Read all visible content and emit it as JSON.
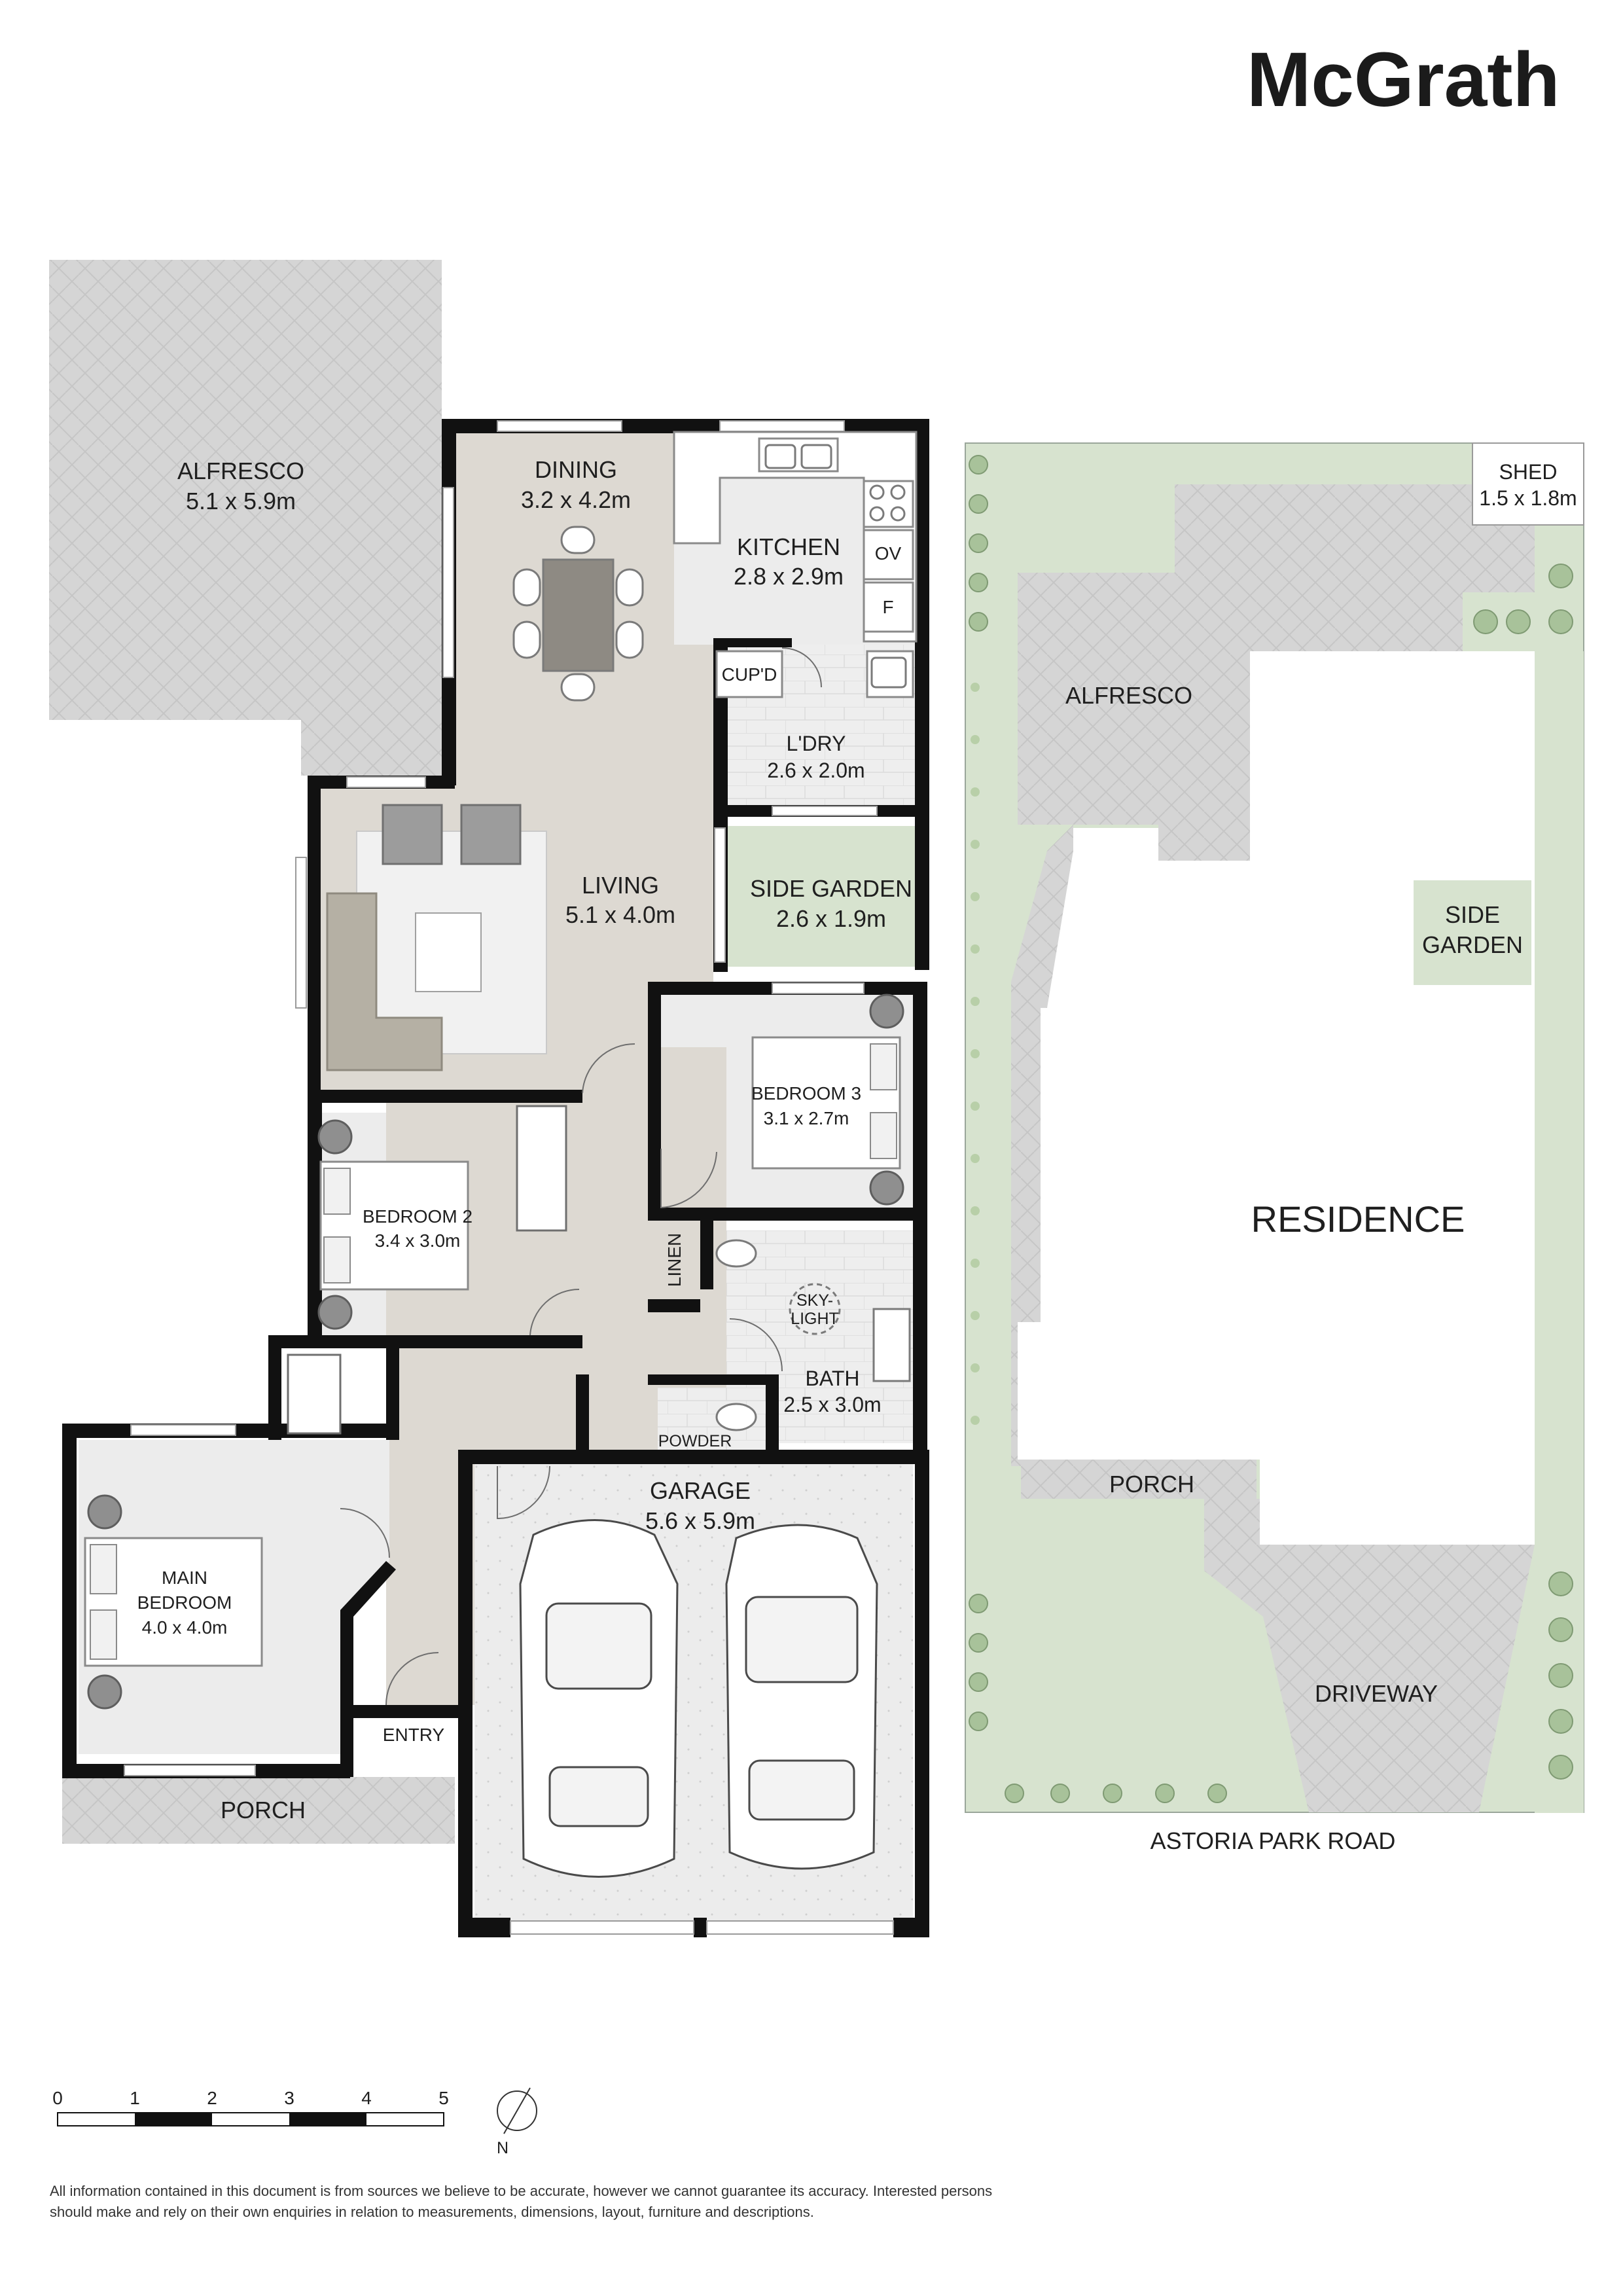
{
  "brand": {
    "name": "McGrath"
  },
  "rooms": {
    "alfresco": {
      "name": "ALFRESCO",
      "size": "5.1 x 5.9m"
    },
    "dining": {
      "name": "DINING",
      "size": "3.2 x 4.2m"
    },
    "kitchen": {
      "name": "KITCHEN",
      "size": "2.8 x 2.9m",
      "oven": "OV",
      "fridge": "F"
    },
    "cupboard": {
      "name": "CUP'D"
    },
    "laundry": {
      "name": "L'DRY",
      "size": "2.6 x 2.0m"
    },
    "living": {
      "name": "LIVING",
      "size": "5.1 x 4.0m"
    },
    "side_garden": {
      "name": "SIDE GARDEN",
      "size": "2.6 x 1.9m"
    },
    "bedroom3": {
      "name": "BEDROOM 3",
      "size": "3.1 x 2.7m"
    },
    "bedroom2": {
      "name": "BEDROOM 2",
      "size": "3.4 x 3.0m"
    },
    "linen": {
      "name": "LINEN"
    },
    "skylight": {
      "line1": "SKY-",
      "line2": "LIGHT"
    },
    "bath": {
      "name": "BATH",
      "size": "2.5 x 3.0m"
    },
    "powder": {
      "name": "POWDER"
    },
    "garage": {
      "name": "GARAGE",
      "size": "5.6 x 5.9m"
    },
    "main_bedroom": {
      "name_line1": "MAIN",
      "name_line2": "BEDROOM",
      "size": "4.0 x 4.0m"
    },
    "entry": {
      "name": "ENTRY"
    },
    "porch": {
      "name": "PORCH"
    }
  },
  "site": {
    "shed": {
      "name": "SHED",
      "size": "1.5 x 1.8m"
    },
    "alfresco": "ALFRESCO",
    "side_garden_line1": "SIDE",
    "side_garden_line2": "GARDEN",
    "residence": "RESIDENCE",
    "porch": "PORCH",
    "driveway": "DRIVEWAY",
    "street": "ASTORIA PARK ROAD"
  },
  "scale_bar": {
    "ticks": [
      "0",
      "1",
      "2",
      "3",
      "4",
      "5"
    ]
  },
  "compass": {
    "label": "N"
  },
  "disclaimer": "All information contained in this document is from sources we believe to be accurate, however we cannot guarantee its accuracy. Interested persons should make and rely on their own enquiries in relation to measurements, dimensions, layout, furniture and descriptions.",
  "colors": {
    "wall": "#111111",
    "floor_light": "#ececec",
    "floor_living": "#ddd9d2",
    "paving": "#d3d3d3",
    "garden": "#d7e3cf",
    "sofa": "#b5b0a4"
  }
}
